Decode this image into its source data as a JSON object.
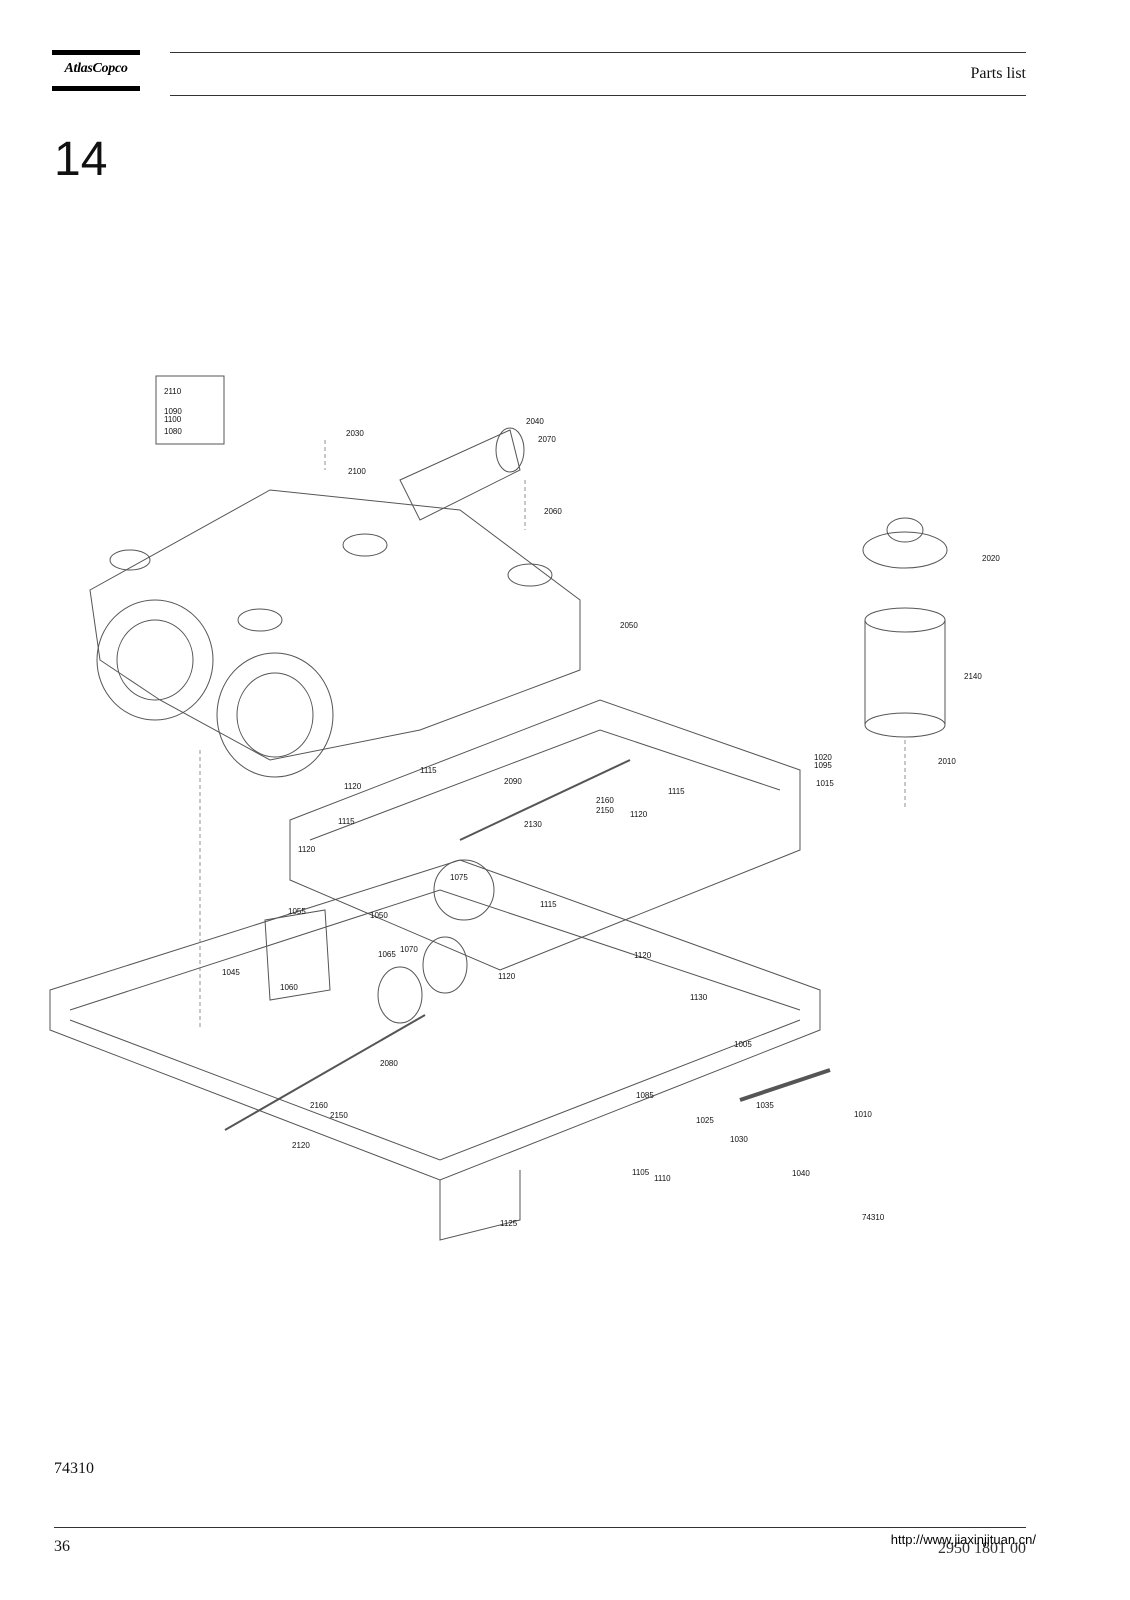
{
  "header": {
    "logo_text": "AtlasCopco",
    "section_title": "Parts list"
  },
  "chapter_number": "14",
  "drawing": {
    "drawing_number": "74310",
    "callouts": [
      "2110",
      "1090",
      "1100",
      "1080",
      "2030",
      "2100",
      "2040",
      "2070",
      "2060",
      "2020",
      "2050",
      "2140",
      "1020",
      "1095",
      "2010",
      "1015",
      "1120",
      "1115",
      "2090",
      "2160",
      "2150",
      "2130",
      "1120",
      "1115",
      "1120",
      "1115",
      "1075",
      "1115",
      "1055",
      "1050",
      "1065",
      "1070",
      "1045",
      "1060",
      "1120",
      "1120",
      "1130",
      "1005",
      "2080",
      "1085",
      "1035",
      "1010",
      "1025",
      "1030",
      "2160",
      "2150",
      "2120",
      "1040",
      "1105",
      "1110",
      "1125"
    ]
  },
  "footer": {
    "figure_ref": "74310",
    "page_number": "36",
    "doc_code": "2950 1801 00",
    "watermark_url": "http://www.jiaxinjituan.cn/"
  }
}
